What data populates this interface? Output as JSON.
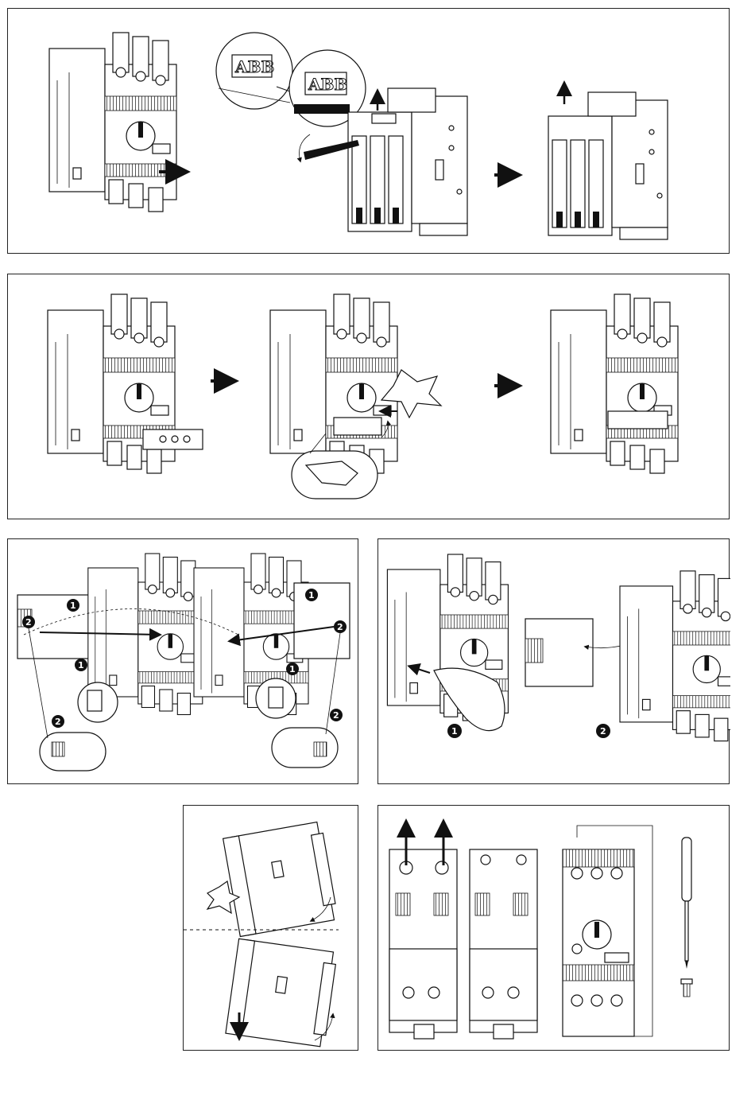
{
  "brand_logo_text": "ABB",
  "step_badges": [
    "1",
    "2"
  ],
  "colors": {
    "line": "#111111",
    "background": "#ffffff",
    "shade": "#dddddd"
  }
}
